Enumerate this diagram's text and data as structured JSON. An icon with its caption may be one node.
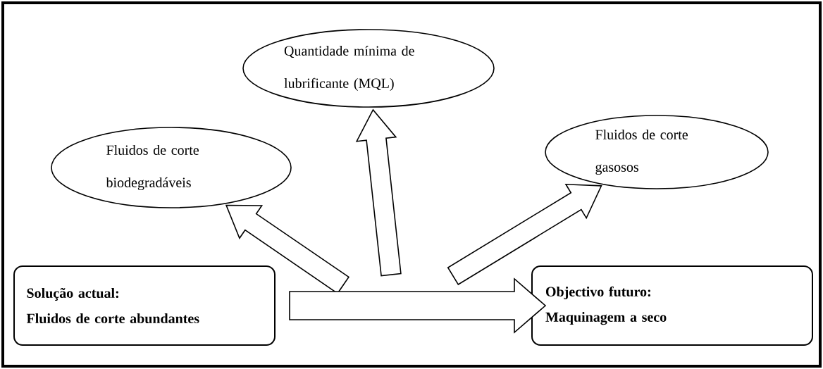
{
  "diagram": {
    "nodes": [
      {
        "text": [
          "Fluidos de corte biodegradáveis"
        ]
      },
      {
        "text": [
          "Quantidade mínima de lubrificante (MQL)"
        ]
      },
      {
        "text": [
          "Fluidos de corte gasosos"
        ]
      },
      {
        "text": [
          "Solução actual:",
          "Fluidos de corte abundantes"
        ]
      },
      {
        "text": [
          "Objectivo futuro:",
          "Maquinagem a seco"
        ]
      }
    ],
    "edges": [
      {
        "from": null,
        "to": 0,
        "arrow": "to"
      },
      {
        "from": null,
        "to": 1,
        "arrow": "to"
      },
      {
        "from": null,
        "to": 2,
        "arrow": "to"
      },
      {
        "from": 3,
        "to": 4,
        "arrow": "to"
      }
    ]
  }
}
